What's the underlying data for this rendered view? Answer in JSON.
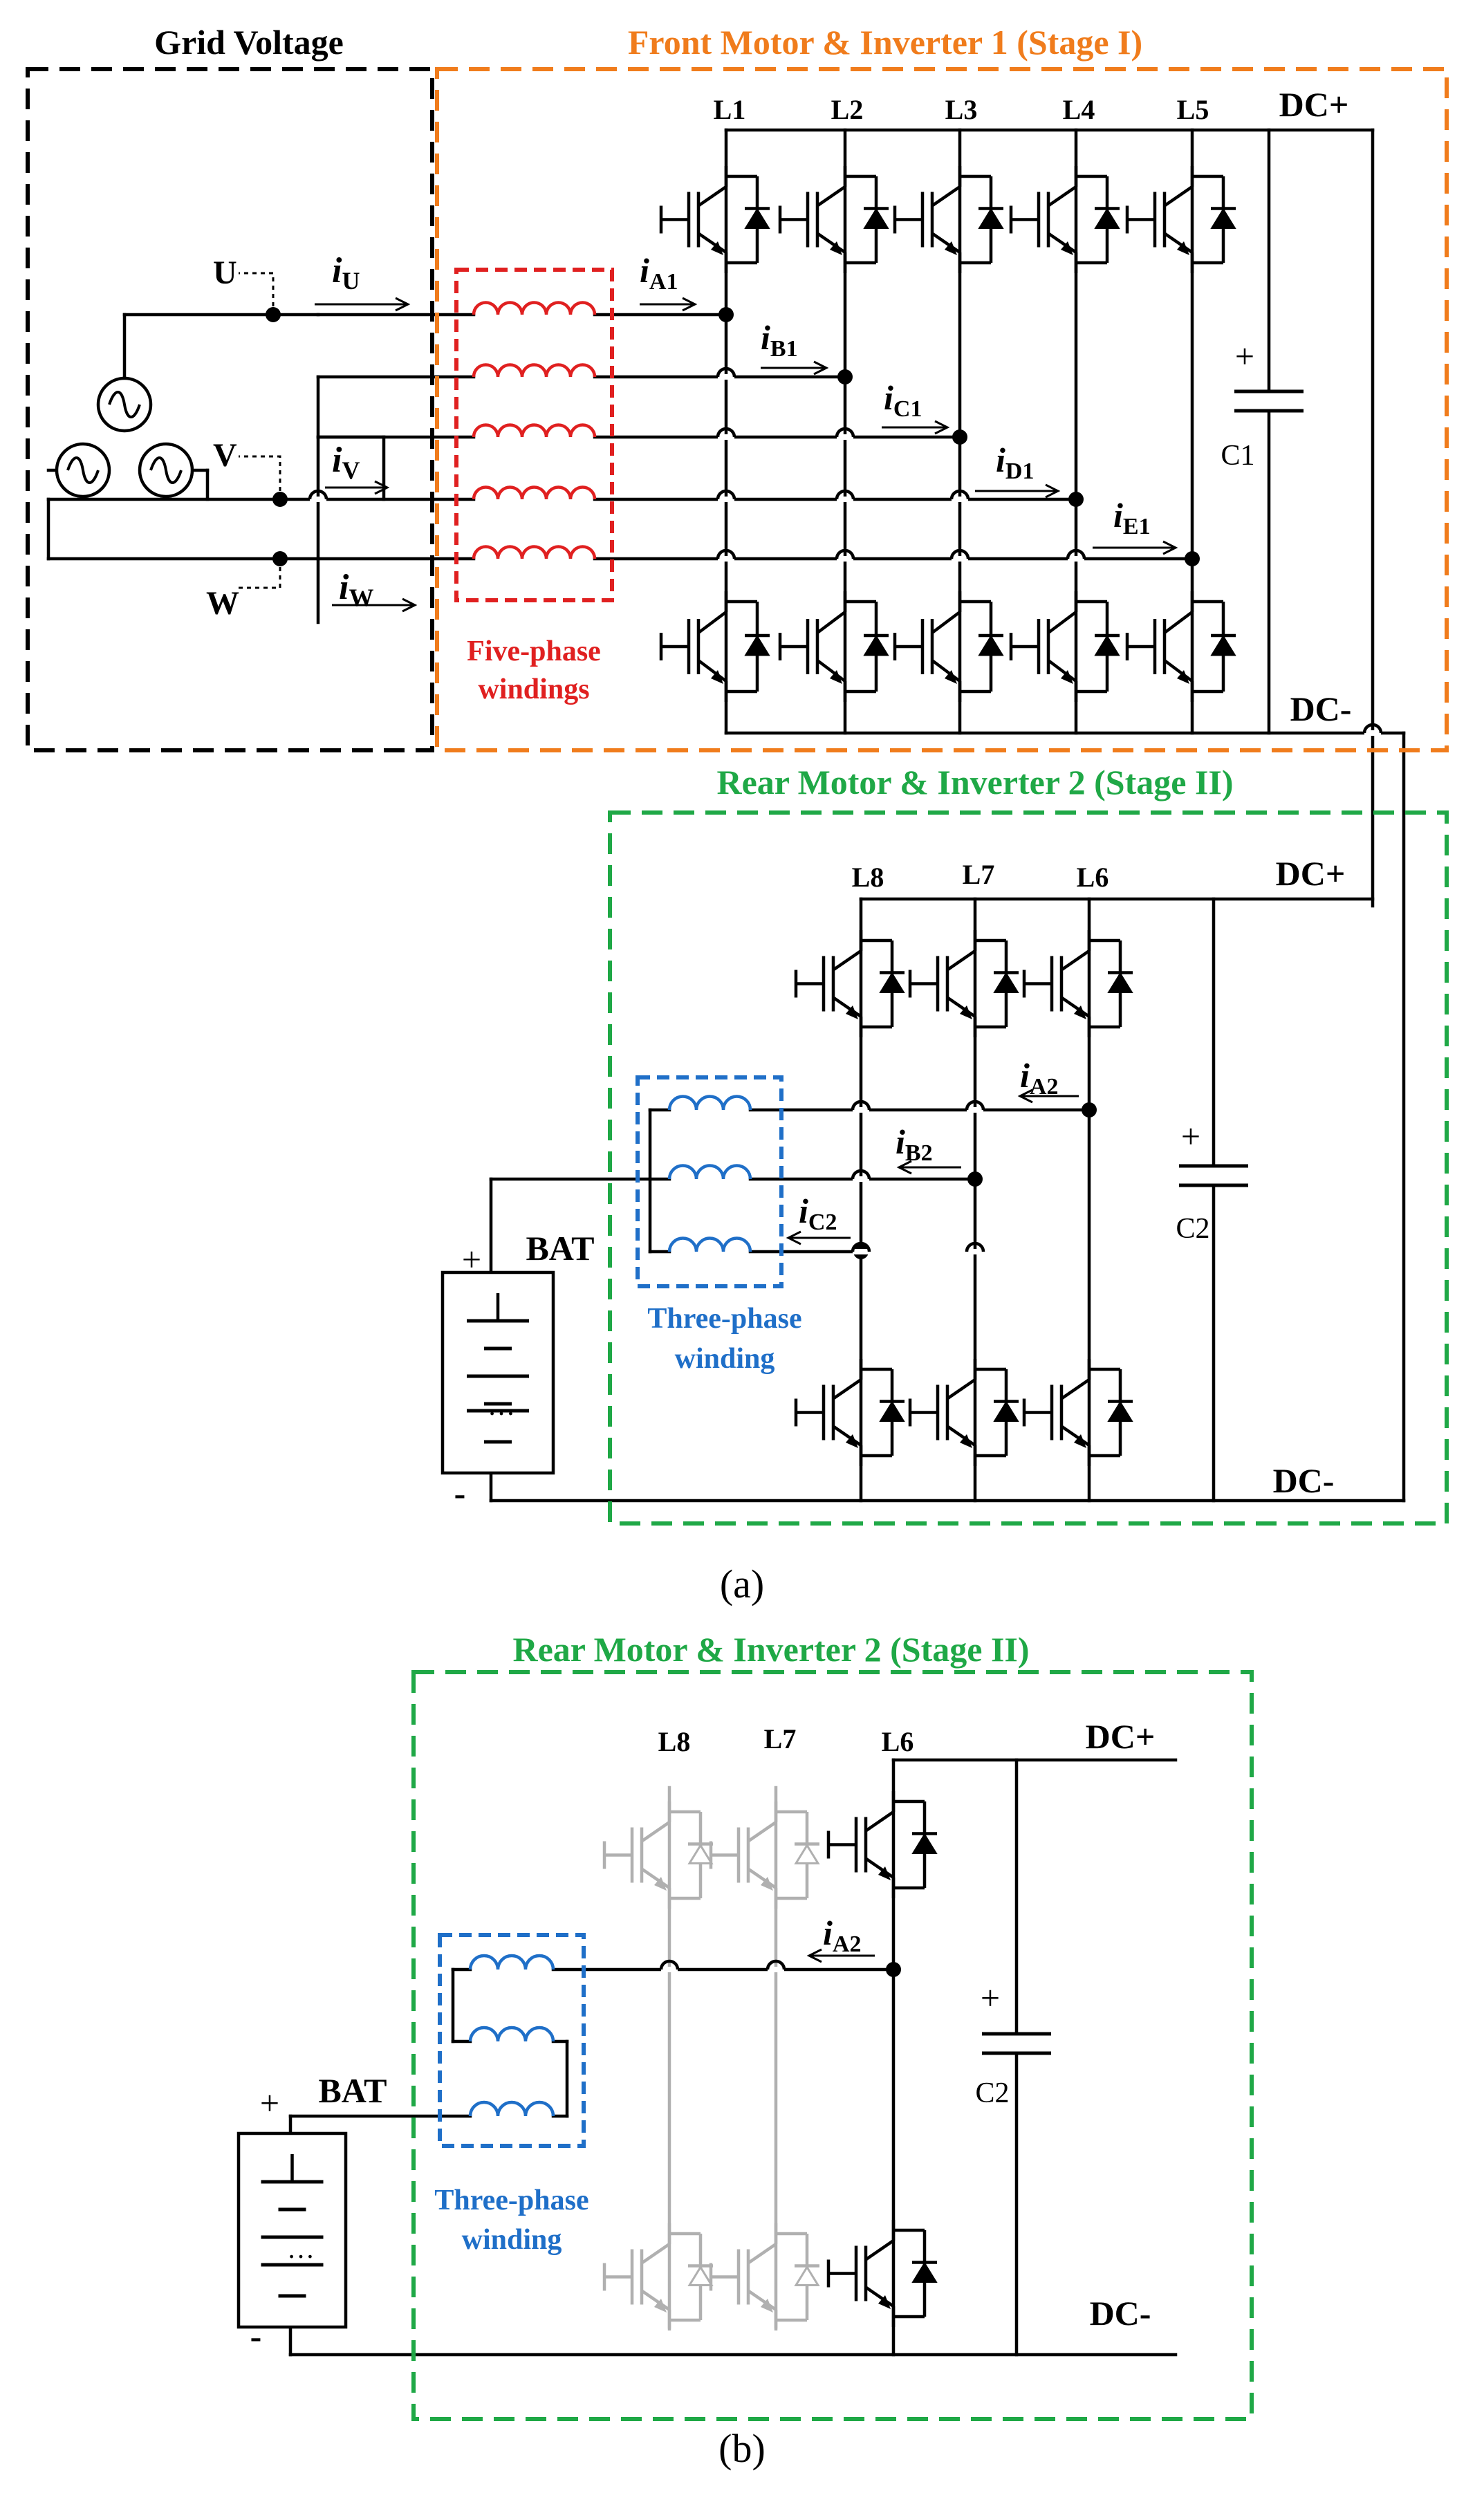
{
  "colors": {
    "wire": "#000000",
    "inactive": "#b0b0b0",
    "grid_box": "#000000",
    "stage1": "#f07c1c",
    "stage2": "#1fa846",
    "five_phase": "#e02020",
    "three_phase": "#1f6fc8"
  },
  "panel_a": {
    "grid_title": "Grid Voltage",
    "stage1_title": "Front Motor & Inverter 1 (Stage I)",
    "stage2_title": "Rear Motor & Inverter 2 (Stage II)",
    "five_phase_label": [
      "Five-phase",
      "windings"
    ],
    "three_phase_label": [
      "Three-phase",
      "winding"
    ],
    "grid_nodes": [
      "U",
      "V",
      "W"
    ],
    "grid_currents": [
      {
        "i": "i",
        "sub": "U"
      },
      {
        "i": "i",
        "sub": "V"
      },
      {
        "i": "i",
        "sub": "W"
      }
    ],
    "legs_stage1": [
      "L1",
      "L2",
      "L3",
      "L4",
      "L5"
    ],
    "phase_currents_1": [
      {
        "i": "i",
        "sub": "A1"
      },
      {
        "i": "i",
        "sub": "B1"
      },
      {
        "i": "i",
        "sub": "C1"
      },
      {
        "i": "i",
        "sub": "D1"
      },
      {
        "i": "i",
        "sub": "E1"
      }
    ],
    "legs_stage2": [
      "L8",
      "L7",
      "L6"
    ],
    "phase_currents_2": [
      {
        "i": "i",
        "sub": "A2"
      },
      {
        "i": "i",
        "sub": "B2"
      },
      {
        "i": "i",
        "sub": "C2"
      }
    ],
    "dc_plus": "DC+",
    "dc_minus": "DC-",
    "cap1": "C1",
    "cap2": "C2",
    "battery": "BAT",
    "plus": "+",
    "minus": "-",
    "ellipsis": "…",
    "caption": "(a)"
  },
  "panel_b": {
    "stage2_title": "Rear Motor & Inverter 2 (Stage II)",
    "three_phase_label": [
      "Three-phase",
      "winding"
    ],
    "legs": [
      "L8",
      "L7",
      "L6"
    ],
    "current": {
      "i": "i",
      "sub": "A2"
    },
    "dc_plus": "DC+",
    "dc_minus": "DC-",
    "cap": "C2",
    "battery": "BAT",
    "plus": "+",
    "minus": "-",
    "ellipsis": "…",
    "caption": "(b)"
  }
}
